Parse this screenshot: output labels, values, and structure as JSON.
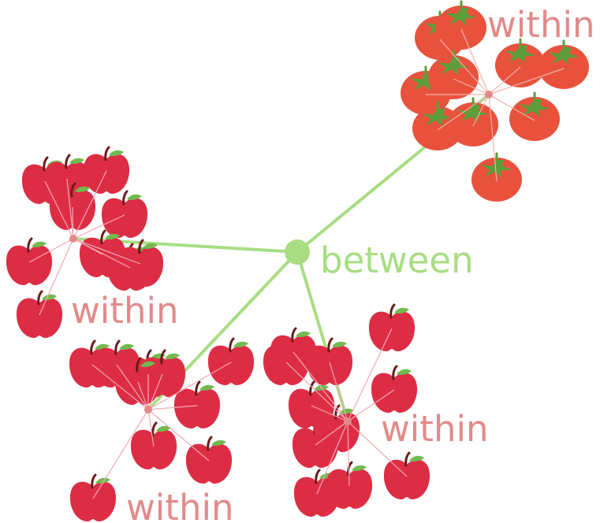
{
  "labels": {
    "within": "within",
    "between": "between"
  },
  "colors": {
    "between": "#a8dd83",
    "within": "#e28a8a",
    "apple": "#dd2d45",
    "apple_leaf": "#73b94d",
    "apple_stem": "#6b1a1a",
    "tomato": "#e8523d",
    "tomato_leaf": "#5c9e3a"
  },
  "diagram": {
    "center_label": "between",
    "clusters": [
      {
        "kind": "tomato",
        "label": "within",
        "fruit_count": 10
      },
      {
        "kind": "apple",
        "label": "within",
        "fruit_count": 10
      },
      {
        "kind": "apple",
        "label": "within",
        "fruit_count": 10
      },
      {
        "kind": "apple",
        "label": "within",
        "fruit_count": 11
      }
    ]
  }
}
